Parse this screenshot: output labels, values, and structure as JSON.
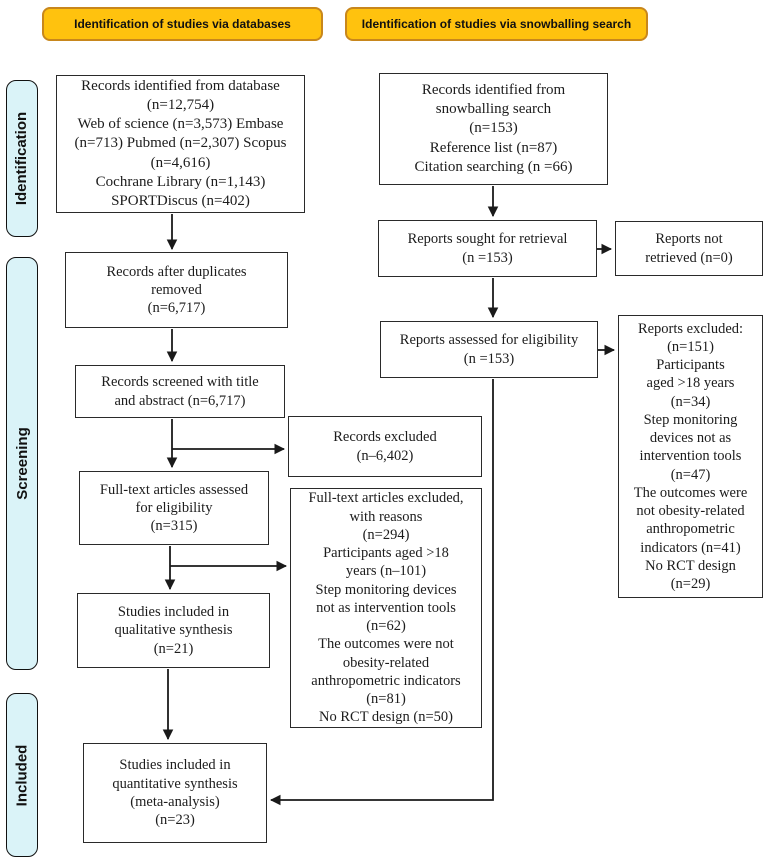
{
  "colors": {
    "header_bg": "#ffc20e",
    "header_border": "#c8871c",
    "stage_bg": "#daf3f8",
    "box_border": "#2a2a2a",
    "arrow": "#1a1a1a",
    "page_bg": "#ffffff"
  },
  "headers": {
    "databases": "Identification of studies via databases",
    "snowballing": "Identification of studies via snowballing search"
  },
  "stage_labels": {
    "identification": "Identification",
    "screening": "Screening",
    "included": "Included"
  },
  "boxes": {
    "db_records": "Records identified from database\n(n=12,754)\nWeb of science (n=3,573) Embase\n(n=713) Pubmed (n=2,307) Scopus\n(n=4,616)\nCochrane Library (n=1,143)\nSPORTDiscus (n=402)",
    "snowballing_records": "Records identified from\nsnowballing search\n(n=153)\nReference list (n=87)\nCitation searching (n =66)",
    "duplicates_removed": "Records after duplicates\nremoved\n(n=6,717)",
    "records_screened": "Records screened with title\nand abstract (n=6,717)",
    "records_excluded": "Records excluded\n(n–6,402)",
    "fulltext_assessed": "Full-text articles assessed\nfor eligibility\n(n=315)",
    "fulltext_excluded": "Full-text articles excluded,\nwith reasons\n(n=294)\nParticipants aged >18\nyears (n–101)\nStep monitoring devices\nnot as intervention tools\n(n=62)\nThe outcomes were not\nobesity-related\nanthropometric indicators\n(n=81)\nNo RCT design (n=50)",
    "qualitative": "Studies included in\nqualitative synthesis\n(n=21)",
    "quantitative": "Studies included in\nquantitative synthesis\n(meta-analysis)\n(n=23)",
    "reports_sought": "Reports sought for retrieval\n(n =153)",
    "reports_not_retrieved": "Reports not\nretrieved (n=0)",
    "reports_assessed": "Reports assessed for eligibility\n(n =153)",
    "reports_excluded": "Reports excluded:\n(n=151)\nParticipants\naged >18 years\n(n=34)\nStep monitoring\ndevices not as\nintervention tools\n(n=47)\nThe outcomes were\nnot obesity-related\nanthropometric\nindicators (n=41)\nNo RCT design\n(n=29)"
  }
}
